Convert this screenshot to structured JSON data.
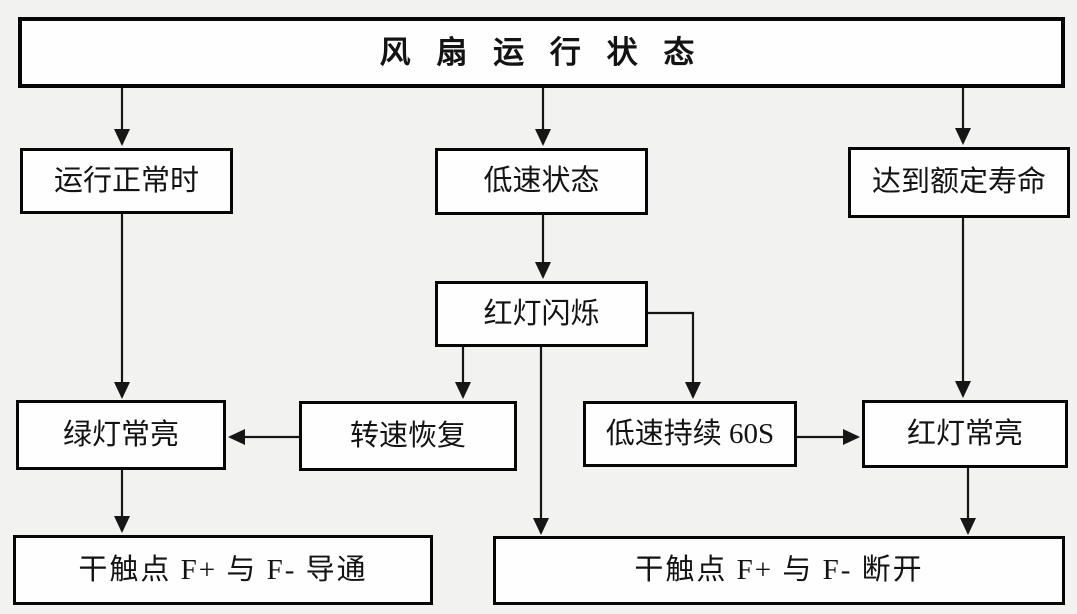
{
  "diagram": {
    "title": "风 扇 运 行 状 态",
    "nodes": {
      "fan_status": "风 扇 运 行 状 态",
      "normal_operation": "运行正常时",
      "low_speed_state": "低速状态",
      "rated_lifespan_reached": "达到额定寿命",
      "red_light_flashing": "红灯闪烁",
      "green_light_steady": "绿灯常亮",
      "speed_recovered": "转速恢复",
      "low_speed_60s": "低速持续 60S",
      "red_light_steady": "红灯常亮",
      "dry_contact_closed": "干触点 F+ 与 F- 导通",
      "dry_contact_open": "干触点 F+ 与 F- 断开"
    },
    "edges": [
      {
        "from": "风扇运行状态",
        "to": "运行正常时"
      },
      {
        "from": "风扇运行状态",
        "to": "低速状态"
      },
      {
        "from": "风扇运行状态",
        "to": "达到额定寿命"
      },
      {
        "from": "低速状态",
        "to": "红灯闪烁"
      },
      {
        "from": "运行正常时",
        "to": "绿灯常亮"
      },
      {
        "from": "红灯闪烁",
        "to": "转速恢复"
      },
      {
        "from": "红灯闪烁",
        "to": "低速持续 60S"
      },
      {
        "from": "红灯闪烁",
        "to": "干触点 F+ 与 F- 断开"
      },
      {
        "from": "转速恢复",
        "to": "绿灯常亮"
      },
      {
        "from": "低速持续 60S",
        "to": "红灯常亮"
      },
      {
        "from": "达到额定寿命",
        "to": "红灯常亮"
      },
      {
        "from": "绿灯常亮",
        "to": "干触点 F+ 与 F- 导通"
      },
      {
        "from": "红灯常亮",
        "to": "干触点 F+ 与 F- 断开"
      }
    ],
    "colors": {
      "background": "#f2f2f1",
      "box_fill": "#fefefe",
      "box_border": "#060606",
      "line": "#161616",
      "text": "#131313"
    }
  }
}
